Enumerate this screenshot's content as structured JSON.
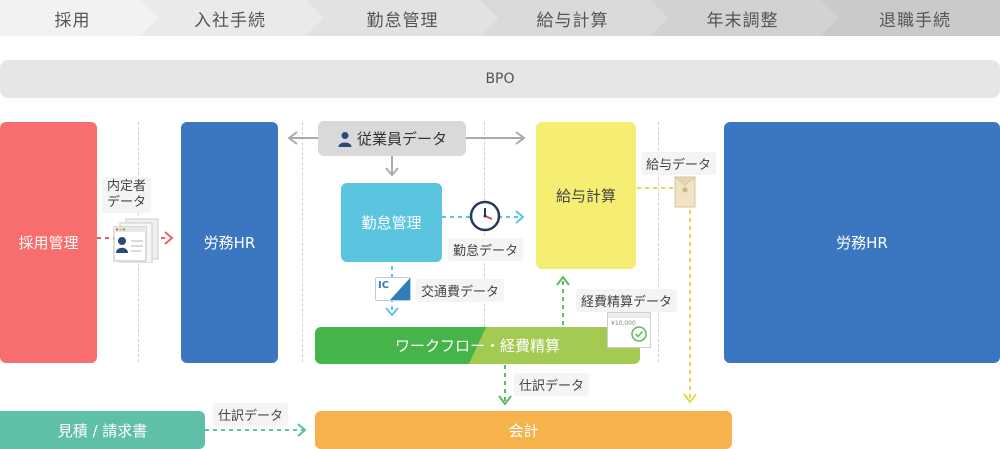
{
  "process": [
    {
      "label": "採用",
      "color": "#f2f2f2"
    },
    {
      "label": "入社手続",
      "color": "#eaeaea"
    },
    {
      "label": "勤怠管理",
      "color": "#e2e2e2"
    },
    {
      "label": "給与計算",
      "color": "#dadada"
    },
    {
      "label": "年末調整",
      "color": "#d2d2d2"
    },
    {
      "label": "退職手続",
      "color": "#cacaca"
    }
  ],
  "bpo": "BPO",
  "boxes": {
    "recruit": "採用管理",
    "hr_left": "労務HR",
    "employee_data": "従業員データ",
    "attendance": "勤怠管理",
    "payroll": "給与計算",
    "hr_right": "労務HR",
    "workflow": "ワークフロー・経費精算",
    "estimate": "見積 / 請求書",
    "accounting": "会計"
  },
  "labels": {
    "offer_line1": "内定者",
    "offer_line2": "データ",
    "attendance_data": "勤怠データ",
    "transport_data": "交通費データ",
    "payroll_data": "給与データ",
    "expense_data": "経費精算データ",
    "journal_center": "仕訳データ",
    "journal_left": "仕訳データ"
  },
  "icons": {
    "ic_card": "IC",
    "receipt_amount": "¥10,000"
  },
  "colors": {
    "recruit": "#f86d6d",
    "hr": "#3b76c0",
    "attendance": "#5bc5df",
    "payroll": "#f6ee72",
    "workflow_start": "#45b549",
    "workflow_end": "#a3cb52",
    "estimate": "#5fbfa8",
    "accounting": "#f6b24d",
    "employee": "#d9d9d9"
  }
}
